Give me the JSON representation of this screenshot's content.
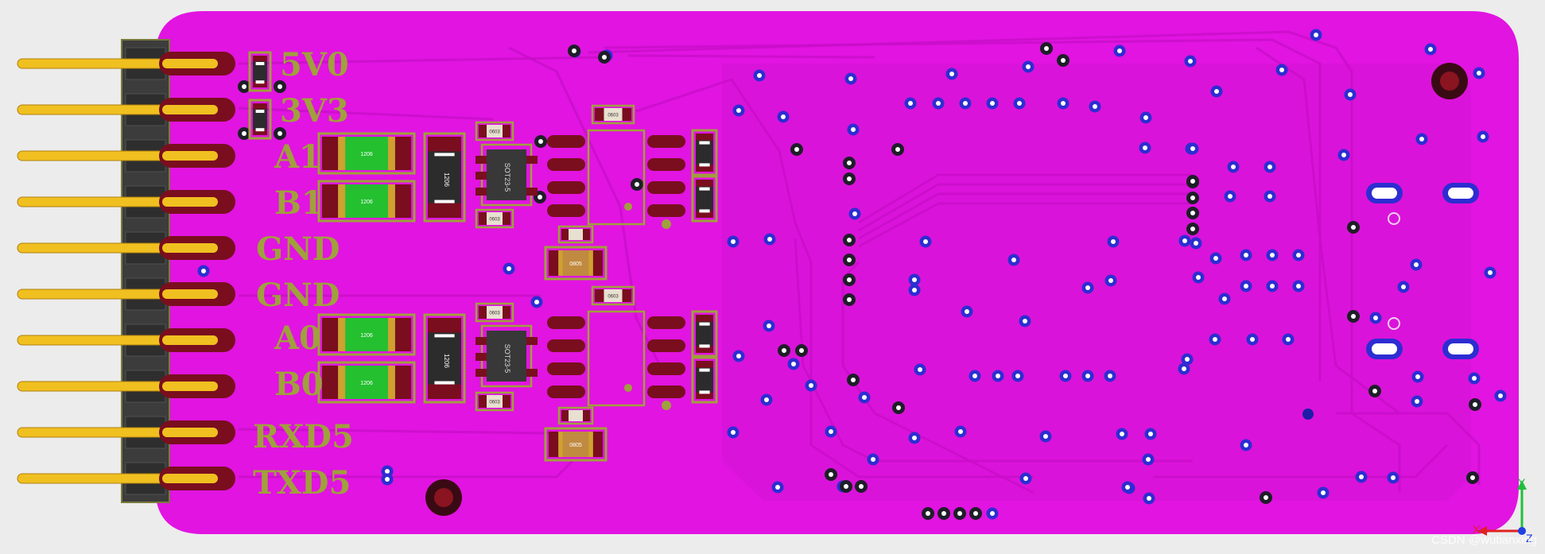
{
  "board": {
    "pin_labels": [
      "5V0",
      "3V3",
      "A1",
      "B1",
      "GND",
      "GND",
      "A0",
      "B0",
      "RXD5",
      "TXD5"
    ],
    "part_1206": "1206",
    "part_0805": "0805",
    "part_sot": "SOT23-5",
    "part_0603": "0603"
  },
  "axis": {
    "y": "Y",
    "x": "X",
    "z": "Z"
  },
  "watermark": "CSDN @wutianxing",
  "colors": {
    "board": "#e114e1",
    "pad": "#7a0e1e",
    "pin": "#f0c020",
    "header": "#3c3c3c",
    "silk": "#a0a03c",
    "via": "#2d2dd2",
    "green_part": "#24c030"
  }
}
